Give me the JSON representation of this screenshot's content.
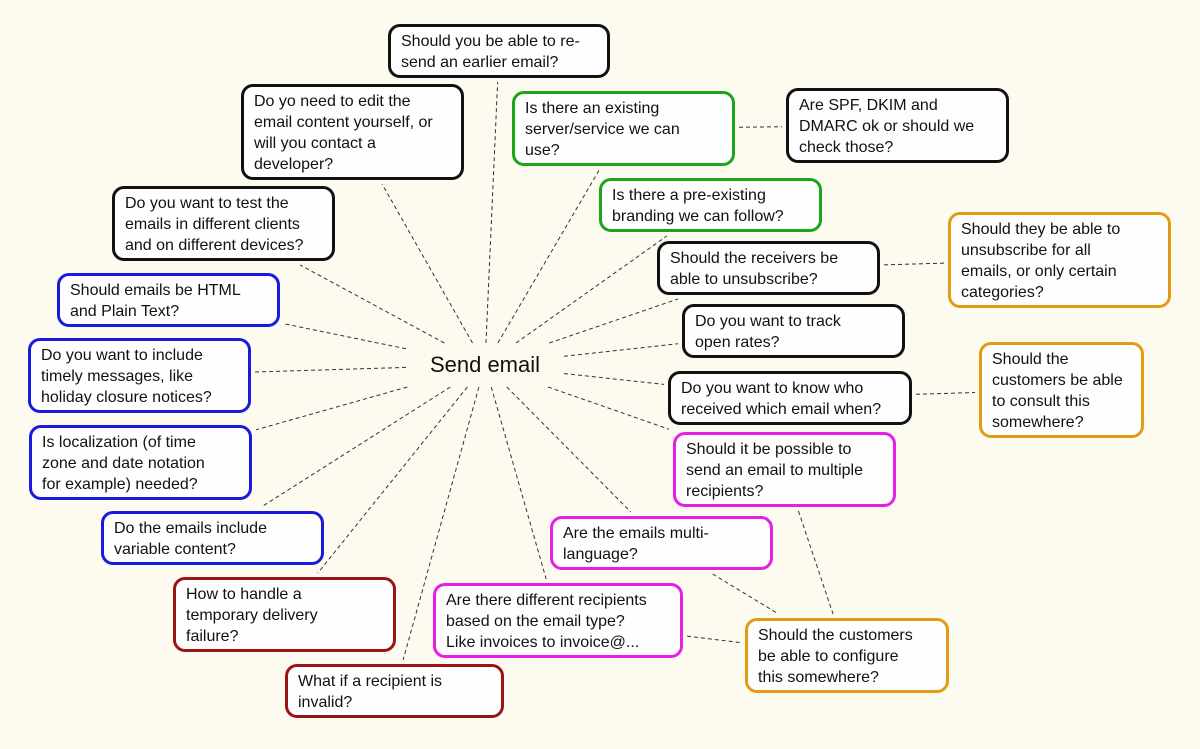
{
  "diagram": {
    "root": "Send email",
    "colors": {
      "black": "#111111",
      "green": "#1aa51a",
      "blue": "#1a1adc",
      "red": "#9a1414",
      "magenta": "#e61ee6",
      "orange": "#e39a14"
    },
    "nodes": [
      {
        "id": "resend",
        "color": "black",
        "text": "Should you be able to re-\nsend an earlier email?"
      },
      {
        "id": "edit-content",
        "color": "black",
        "text": "Do yo need to edit the\nemail content yourself, or\nwill you contact a\ndeveloper?"
      },
      {
        "id": "existing-server",
        "color": "green",
        "text": "Is there an existing\nserver/service we can\nuse?"
      },
      {
        "id": "spf",
        "color": "black",
        "text": "Are SPF, DKIM and\nDMARC ok or should we\ncheck those?"
      },
      {
        "id": "branding",
        "color": "green",
        "text": "Is there a pre-existing\nbranding we can follow?"
      },
      {
        "id": "test-clients",
        "color": "black",
        "text": "Do you want to test the\nemails in different clients\nand on different devices?"
      },
      {
        "id": "unsubscribe",
        "color": "black",
        "text": "Should the receivers be\nable to unsubscribe?"
      },
      {
        "id": "unsubscribe-all",
        "color": "orange",
        "text": "Should they be able to\nunsubscribe for all\nemails, or only certain\ncategories?"
      },
      {
        "id": "html-plain",
        "color": "blue",
        "text": "Should emails be HTML\nand Plain Text?"
      },
      {
        "id": "open-rates",
        "color": "black",
        "text": "Do you want to track\nopen rates?"
      },
      {
        "id": "timely",
        "color": "blue",
        "text": "Do you want to include\ntimely messages, like\nholiday closure notices?"
      },
      {
        "id": "who-received",
        "color": "black",
        "text": "Do you want to know who\nreceived which email when?"
      },
      {
        "id": "consult",
        "color": "orange",
        "text": "Should the\ncustomers be able\nto consult this\nsomewhere?"
      },
      {
        "id": "localization",
        "color": "blue",
        "text": "Is localization (of time\nzone and date notation\nfor example) needed?"
      },
      {
        "id": "multiple-recipients",
        "color": "magenta",
        "text": "Should it be possible to\nsend an email to multiple\nrecipients?"
      },
      {
        "id": "variable-content",
        "color": "blue",
        "text": "Do the emails include\nvariable content?"
      },
      {
        "id": "multi-language",
        "color": "magenta",
        "text": "Are the emails multi-\nlanguage?"
      },
      {
        "id": "temp-failure",
        "color": "red",
        "text": "How to handle a\ntemporary delivery\nfailure?"
      },
      {
        "id": "recipients-type",
        "color": "magenta",
        "text": "Are there different recipients\nbased on the email type?\nLike invoices to invoice@..."
      },
      {
        "id": "configure",
        "color": "orange",
        "text": "Should the customers\nbe able to configure\nthis somewhere?"
      },
      {
        "id": "invalid",
        "color": "red",
        "text": "What if a recipient is\ninvalid?"
      }
    ],
    "edges": [
      [
        "root",
        "resend"
      ],
      [
        "root",
        "edit-content"
      ],
      [
        "root",
        "existing-server"
      ],
      [
        "root",
        "branding"
      ],
      [
        "root",
        "test-clients"
      ],
      [
        "root",
        "unsubscribe"
      ],
      [
        "root",
        "html-plain"
      ],
      [
        "root",
        "open-rates"
      ],
      [
        "root",
        "timely"
      ],
      [
        "root",
        "who-received"
      ],
      [
        "root",
        "localization"
      ],
      [
        "root",
        "multiple-recipients"
      ],
      [
        "root",
        "variable-content"
      ],
      [
        "root",
        "multi-language"
      ],
      [
        "root",
        "temp-failure"
      ],
      [
        "root",
        "recipients-type"
      ],
      [
        "root",
        "invalid"
      ],
      [
        "existing-server",
        "spf"
      ],
      [
        "unsubscribe",
        "unsubscribe-all"
      ],
      [
        "who-received",
        "consult"
      ],
      [
        "multiple-recipients",
        "configure"
      ],
      [
        "multi-language",
        "configure"
      ],
      [
        "recipients-type",
        "configure"
      ]
    ]
  }
}
